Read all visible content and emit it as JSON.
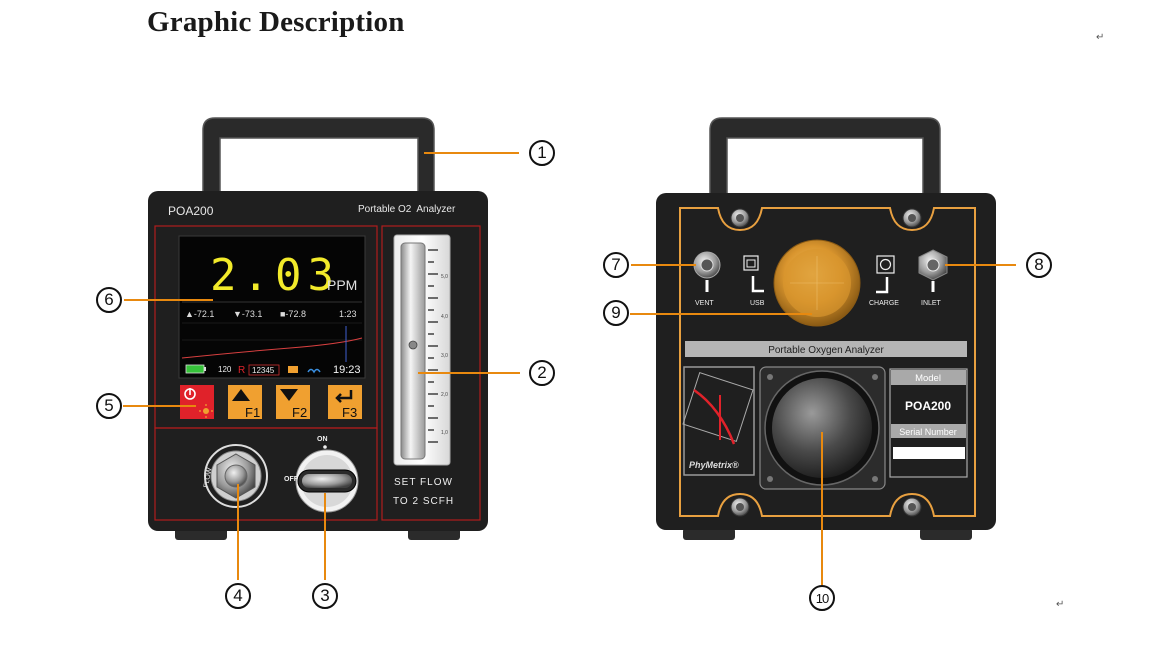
{
  "heading": "Graphic Description",
  "paragraph_mark": "↵",
  "callouts": [
    "1",
    "2",
    "3",
    "4",
    "5",
    "6",
    "7",
    "8",
    "9",
    "10"
  ],
  "front": {
    "model": "POA200",
    "title": "Portable O2  Analyzer",
    "reading": "2.03",
    "unit": "PPM",
    "stats": {
      "max": "▲-72.1",
      "min": "▼-73.1",
      "avg": "■-72.8",
      "time_range": "1:23"
    },
    "status": {
      "n1": "120",
      "r": "R",
      "n2": "12345",
      "clock": "19:23"
    },
    "keys": [
      "F1",
      "F2",
      "F3"
    ],
    "knob_label": "FLOW",
    "switch_on": "ON",
    "switch_off": "OFF",
    "scale": [
      "5,0",
      "4,0",
      "3,0",
      "2,0",
      "1,0"
    ],
    "flow_line1": "SET FLOW",
    "flow_line2": "TO 2 SCFH"
  },
  "back": {
    "vent": "VENT",
    "usb": "USB",
    "charge": "CHARGE",
    "inlet": "INLET",
    "banner": "Portable Oxygen Analyzer",
    "logo": "PhyMetrix®",
    "model_label": "Model",
    "model_value": "POA200",
    "serial_label": "Serial Number",
    "serial_value": ""
  },
  "colors": {
    "leader": "#e8890f",
    "device": "#1f1f1f",
    "accent_orange": "#f0a030",
    "screen_yellow": "#f2ea2a",
    "power_red": "#e0222a"
  }
}
